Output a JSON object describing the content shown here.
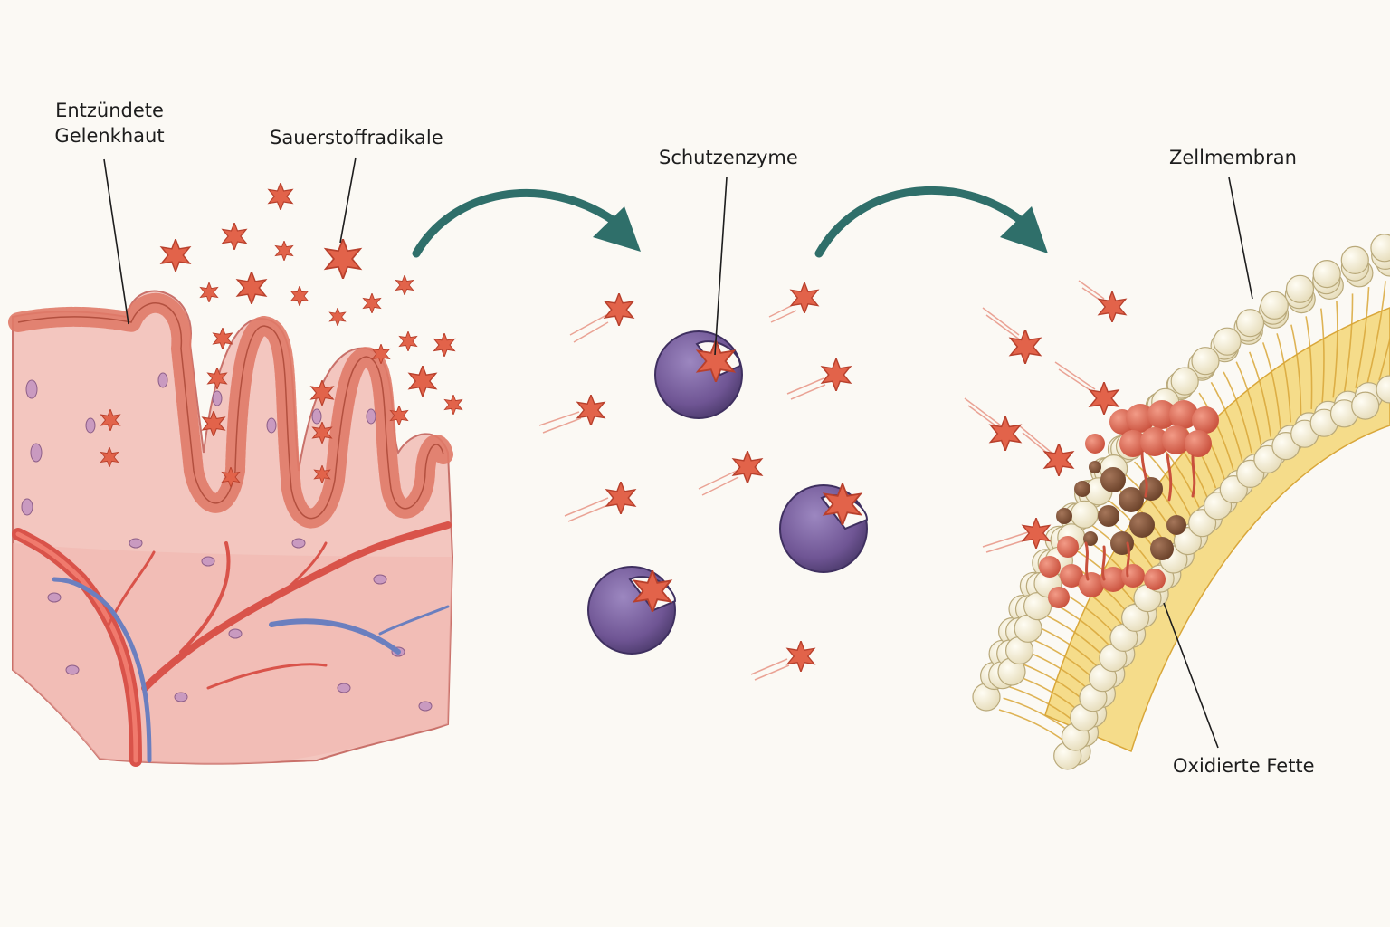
{
  "labels": {
    "synovium": "Entzündete\nGelenkhaut",
    "radicals": "Sauerstoffradikale",
    "enzymes": "Schutzenzyme",
    "membrane": "Zellmembran",
    "oxidized_lipids": "Oxidierte Fette"
  },
  "colors": {
    "background": "#fbf9f4",
    "tissue": "#f3c6bf",
    "tissue_epithelium": "#e07a68",
    "radical": "#e2634a",
    "enzyme": "#7a5f9e",
    "arrow": "#2f6f6a",
    "lipid_head": "#f4ecd2",
    "lipid_tail": "#e6b846",
    "oxidized_red": "#d9604c",
    "oxidized_brown": "#7a4e34",
    "artery": "#d9534a",
    "vein": "#6b7fbf"
  }
}
